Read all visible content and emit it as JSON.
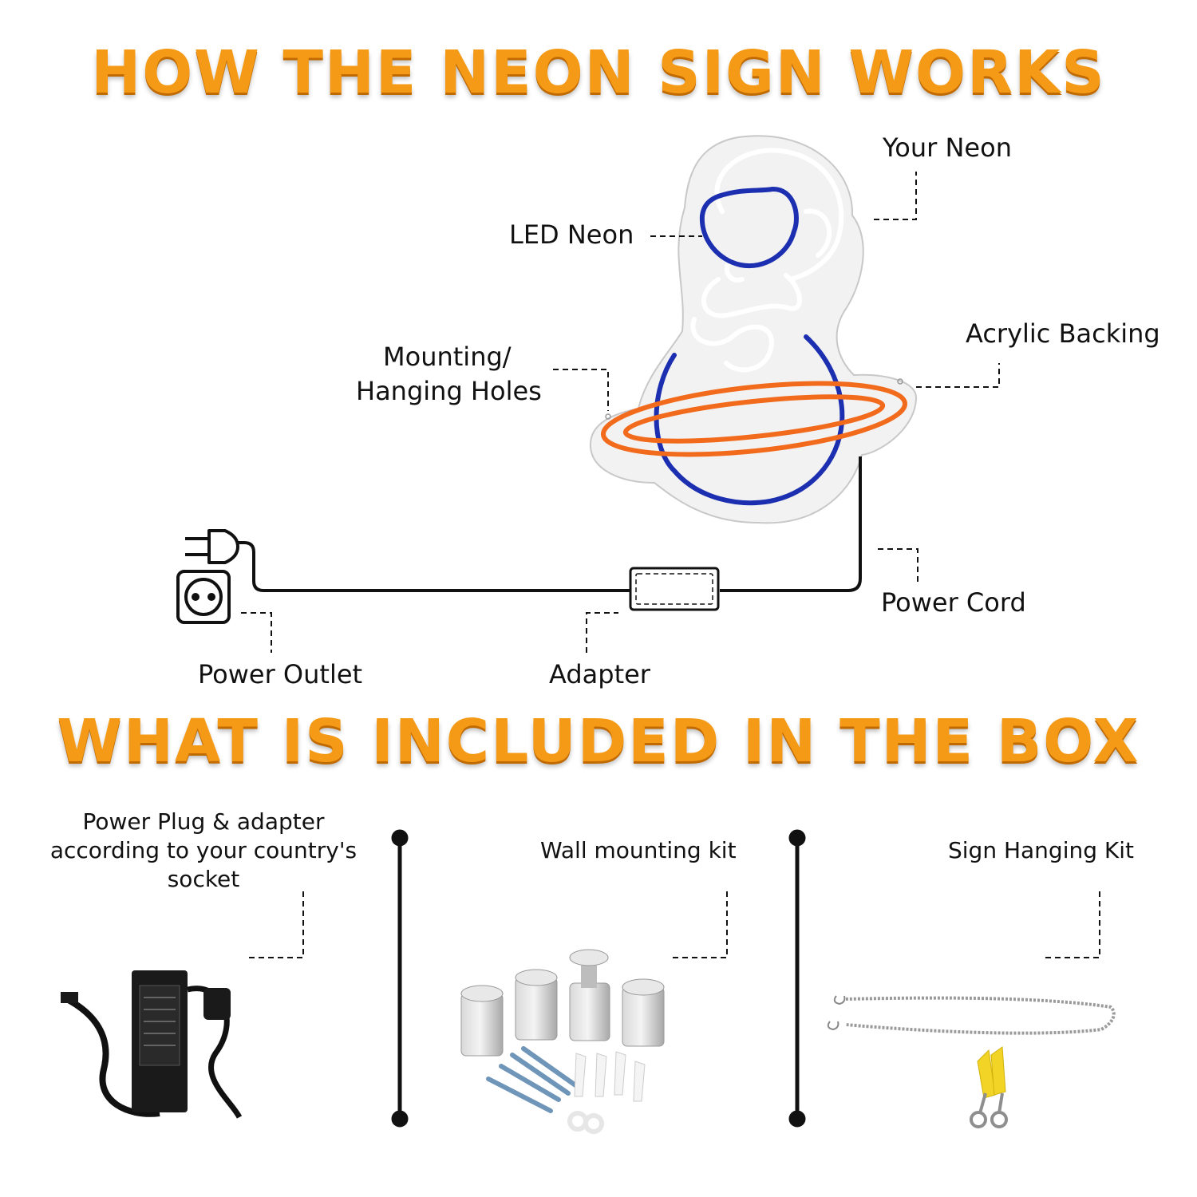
{
  "how_it_works": {
    "title": "HOW THE NEON SIGN WORKS",
    "labels": {
      "your_neon": "Your Neon",
      "led_neon": "LED Neon",
      "acrylic_backing": "Acrylic Backing",
      "mounting_line1": "Mounting/",
      "mounting_line2": "Hanging Holes",
      "power_cord": "Power Cord",
      "power_outlet": "Power Outlet",
      "adapter": "Adapter"
    }
  },
  "in_the_box": {
    "title": "WHAT IS INCLUDED IN THE BOX",
    "items": [
      {
        "line1": "Power Plug & adapter",
        "line2": "according to your country's",
        "line3": "socket"
      },
      {
        "line1": "Wall mounting kit"
      },
      {
        "line1": "Sign Hanging Kit"
      }
    ]
  },
  "colors": {
    "headline": "#f59a16",
    "neon_blue": "#1c2fb0",
    "neon_orange": "#f26a1b",
    "acrylic": "#f2f2f2"
  },
  "icons": [
    "plug-icon",
    "socket-icon",
    "adapter-box-icon"
  ]
}
